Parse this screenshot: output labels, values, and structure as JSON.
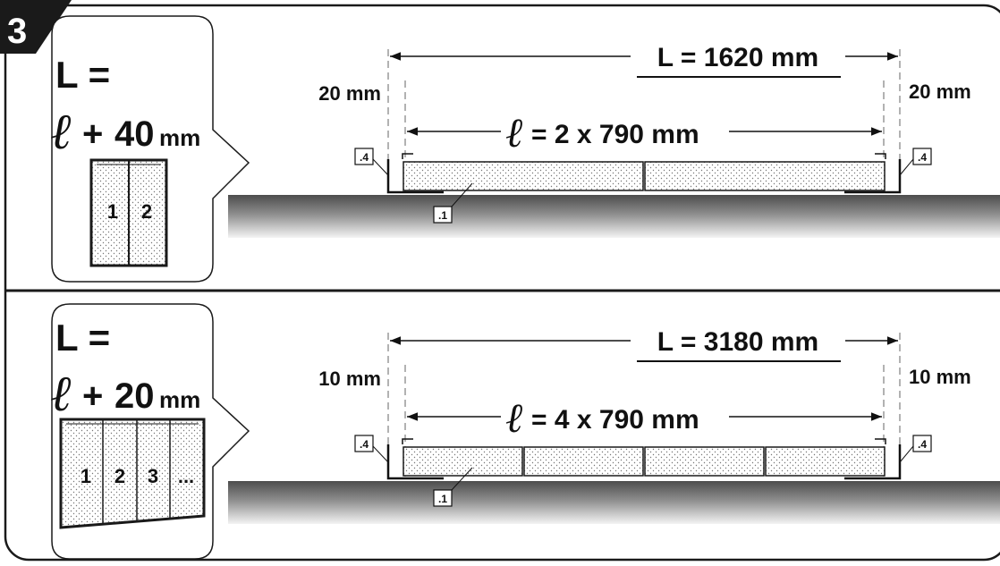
{
  "step": {
    "number": "3"
  },
  "panels": [
    {
      "formula_line1": "L =",
      "formula_script": "ℓ",
      "formula_plus": "+",
      "formula_value": "40",
      "formula_unit": "mm",
      "thumb_numbers": [
        "1",
        "2"
      ],
      "total_label": "L = 1620 mm",
      "panel_label_script": "ℓ",
      "panel_label": "= 2 x 790 mm",
      "side_left": "20 mm",
      "side_right": "20 mm",
      "callout_end": ".4",
      "callout_panel": ".1",
      "panel_count": 2
    },
    {
      "formula_line1": "L =",
      "formula_script": "ℓ",
      "formula_plus": "+",
      "formula_value": "20",
      "formula_unit": "mm",
      "thumb_numbers": [
        "1",
        "2",
        "3",
        "..."
      ],
      "total_label": "L = 3180 mm",
      "panel_label_script": "ℓ",
      "panel_label": "= 4 x 790 mm",
      "side_left": "10 mm",
      "side_right": "10 mm",
      "callout_end": ".4",
      "callout_panel": ".1",
      "panel_count": 4
    }
  ],
  "colors": {
    "ink": "#111111",
    "dim": "#999999",
    "frame": "#1a1a1a"
  }
}
